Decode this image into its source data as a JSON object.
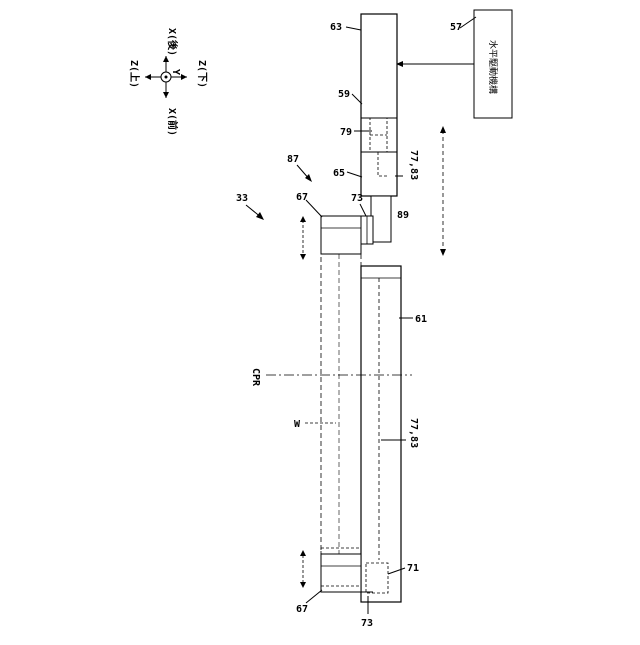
{
  "figure": {
    "ref_33": "33",
    "ref_87": "87",
    "ref_57": "57",
    "ref_63": "63",
    "ref_59": "59",
    "ref_79": "79",
    "ref_77_83_top": "77,83",
    "ref_65": "65",
    "ref_89": "89",
    "ref_73_top": "73",
    "ref_67_top": "67",
    "ref_61": "61",
    "ref_cpr": "CPR",
    "ref_w": "W",
    "ref_77_83_mid": "77,83",
    "ref_67_bottom": "67",
    "ref_73_bottom": "73",
    "ref_71": "71",
    "mechanism_label": "水平駆動機構"
  },
  "axes": {
    "x_back": "X(後)",
    "x_front": "X(前)",
    "z_up": "Z(上)",
    "z_down": "Z(下)",
    "y": "Y"
  }
}
